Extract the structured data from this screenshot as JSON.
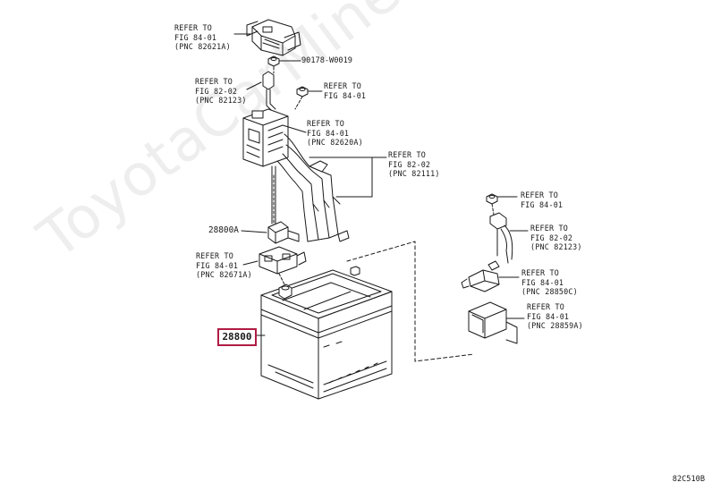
{
  "watermark": "ToyotaCarMine.ru",
  "drawing_code": "82C510B",
  "part_numbers": {
    "battery": "28800",
    "bracket_clamp": "28800A",
    "nut": "90178-W0019"
  },
  "refs": {
    "fig84_82621a": [
      "REFER TO",
      "FIG 84-01",
      "(PNC 82621A)"
    ],
    "fig82_82123_left": [
      "REFER TO",
      "FIG 82-02",
      "(PNC 82123)"
    ],
    "fig84_nut_left": [
      "REFER TO",
      "FIG 84-01"
    ],
    "fig84_82620a": [
      "REFER TO",
      "FIG 84-01",
      "(PNC 82620A)"
    ],
    "fig82_82111": [
      "REFER TO",
      "FIG 82-02",
      "(PNC 82111)"
    ],
    "fig84_82671a": [
      "REFER TO",
      "FIG 84-01",
      "(PNC 82671A)"
    ],
    "fig84_nut_right": [
      "REFER TO",
      "FIG 84-01"
    ],
    "fig82_82123_right": [
      "REFER TO",
      "FIG 82-02",
      "(PNC 82123)"
    ],
    "fig84_28850c": [
      "REFER TO",
      "FIG 84-01",
      "(PNC 28850C)"
    ],
    "fig84_28859a": [
      "REFER TO",
      "FIG 84-01",
      "(PNC 28859A)"
    ]
  }
}
